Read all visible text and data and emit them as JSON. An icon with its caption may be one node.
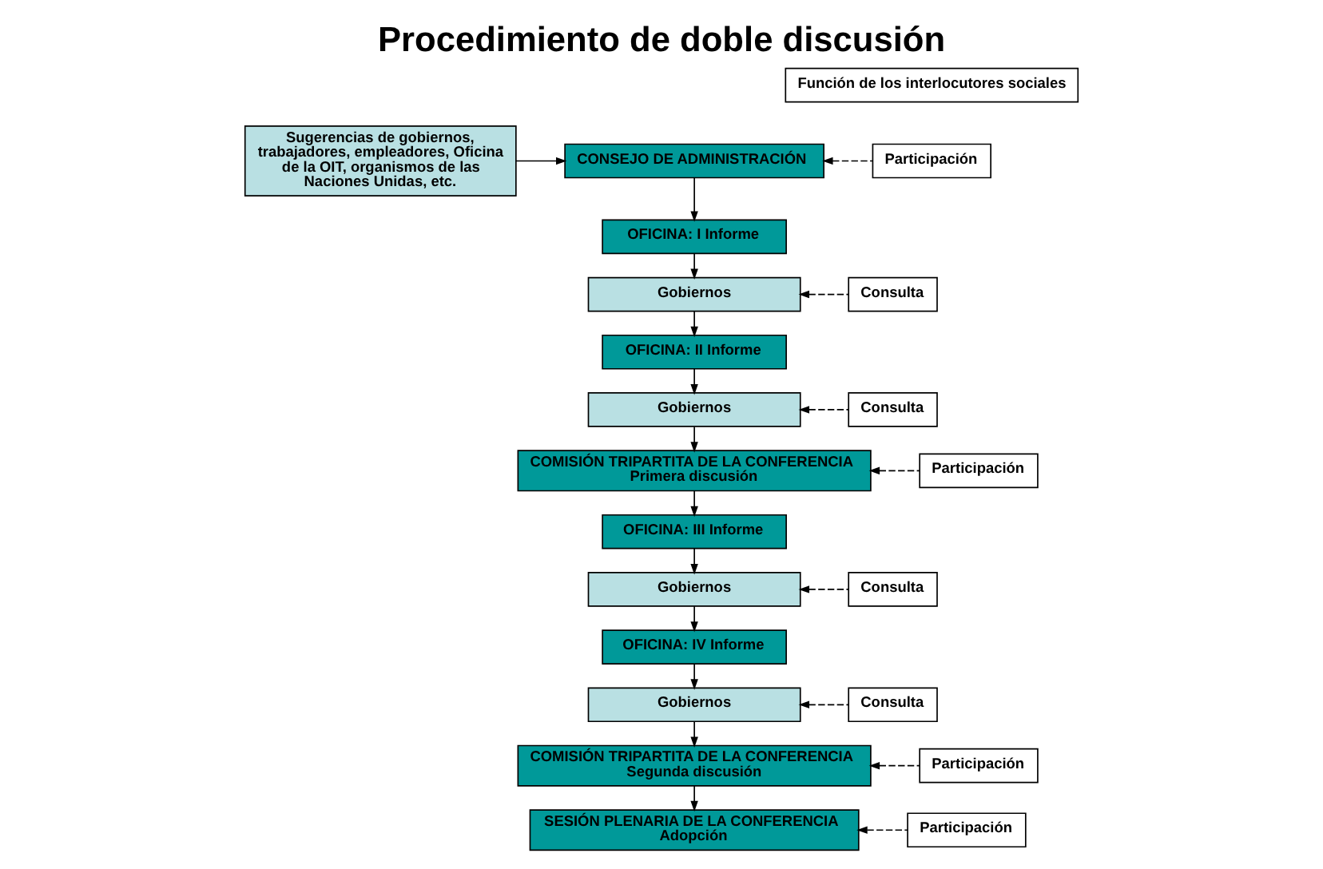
{
  "diagram": {
    "title": "Procedimiento de doble discusión",
    "nodes": [
      {
        "text": [
          "Función de los interlocutores sociales"
        ]
      },
      {
        "text": [
          "Sugerencias de gobiernos, trabajadores, empleadores, Oficina de la OIT, organismos de las Naciones Unidas, etc."
        ]
      },
      {
        "text": [
          "CONSEJO DE ADMINISTRACIÓN"
        ]
      },
      {
        "text": [
          "Participación"
        ]
      },
      {
        "text": [
          "OFICINA: I Informe"
        ]
      },
      {
        "text": [
          "Gobiernos"
        ]
      },
      {
        "text": [
          "Consulta"
        ]
      },
      {
        "text": [
          "OFICINA: II Informe"
        ]
      },
      {
        "text": [
          "Gobiernos"
        ]
      },
      {
        "text": [
          "Consulta"
        ]
      },
      {
        "text": [
          "COMISIÓN TRIPARTITA DE LA CONFERENCIA",
          "Primera discusión"
        ]
      },
      {
        "text": [
          "Participación"
        ]
      },
      {
        "text": [
          "OFICINA: III Informe"
        ]
      },
      {
        "text": [
          "Gobiernos"
        ]
      },
      {
        "text": [
          "Consulta"
        ]
      },
      {
        "text": [
          "OFICINA: IV Informe"
        ]
      },
      {
        "text": [
          "Gobiernos"
        ]
      },
      {
        "text": [
          "Consulta"
        ]
      },
      {
        "text": [
          "COMISIÓN TRIPARTITA DE LA CONFERENCIA",
          "Segunda discusión"
        ]
      },
      {
        "text": [
          "Participación"
        ]
      },
      {
        "text": [
          "SESIÓN PLENARIA DE LA CONFERENCIA",
          "Adopción"
        ]
      },
      {
        "text": [
          "Participación"
        ]
      }
    ],
    "edges": [
      {
        "from": 1,
        "to": 2,
        "arrow": "to"
      },
      {
        "from": 3,
        "to": 2,
        "arrow": "to",
        "style": "dashed"
      },
      {
        "from": 2,
        "to": 4,
        "arrow": "to"
      },
      {
        "from": 4,
        "to": 5,
        "arrow": "to"
      },
      {
        "from": 6,
        "to": 5,
        "arrow": "to",
        "style": "dashed"
      },
      {
        "from": 5,
        "to": 7,
        "arrow": "to"
      },
      {
        "from": 7,
        "to": 8,
        "arrow": "to"
      },
      {
        "from": 9,
        "to": 8,
        "arrow": "to",
        "style": "dashed"
      },
      {
        "from": 8,
        "to": 10,
        "arrow": "to"
      },
      {
        "from": 11,
        "to": 10,
        "arrow": "to",
        "style": "dashed"
      },
      {
        "from": 10,
        "to": 12,
        "arrow": "to"
      },
      {
        "from": 12,
        "to": 13,
        "arrow": "to"
      },
      {
        "from": 14,
        "to": 13,
        "arrow": "to",
        "style": "dashed"
      },
      {
        "from": 13,
        "to": 15,
        "arrow": "to"
      },
      {
        "from": 15,
        "to": 16,
        "arrow": "to"
      },
      {
        "from": 17,
        "to": 16,
        "arrow": "to",
        "style": "dashed"
      },
      {
        "from": 16,
        "to": 18,
        "arrow": "to"
      },
      {
        "from": 19,
        "to": 18,
        "arrow": "to",
        "style": "dashed"
      },
      {
        "from": 18,
        "to": 20,
        "arrow": "to"
      },
      {
        "from": 21,
        "to": 20,
        "arrow": "to",
        "style": "dashed"
      }
    ]
  }
}
